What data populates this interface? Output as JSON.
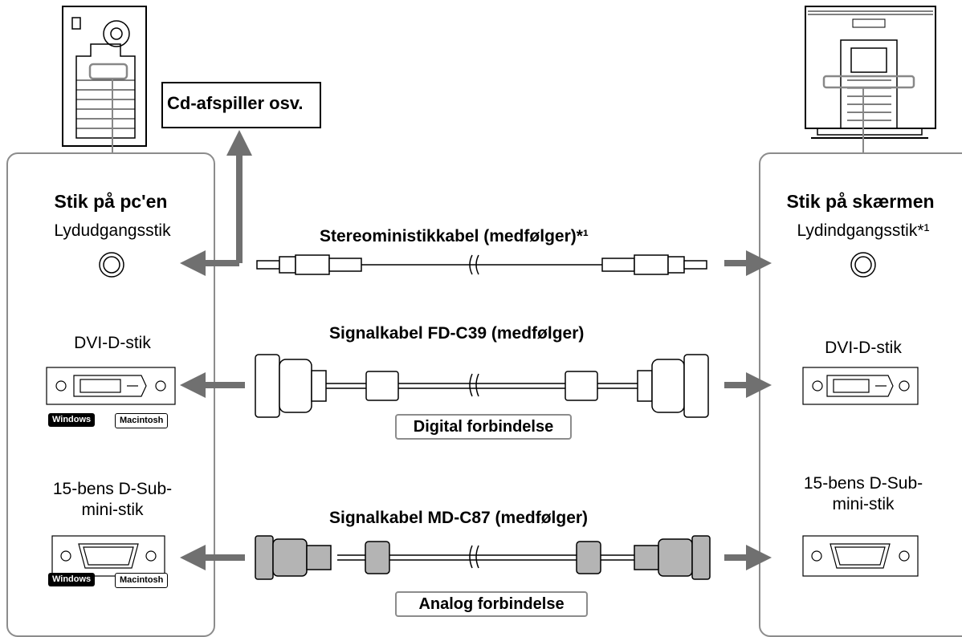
{
  "cd_box": {
    "label": "Cd-afspiller osv."
  },
  "pc_panel": {
    "title": "Stik på pc'en",
    "audio_out": "Lydudgangsstik",
    "dvi": "DVI-D-stik",
    "dsub_line1": "15-bens D-Sub-",
    "dsub_line2": "mini-stik",
    "badges": {
      "windows": "Windows",
      "mac": "Macintosh"
    }
  },
  "monitor_panel": {
    "title": "Stik på skærmen",
    "audio_in": "Lydindgangsstik*¹",
    "dvi": "DVI-D-stik",
    "dsub_line1": "15-bens D-Sub-",
    "dsub_line2": "mini-stik"
  },
  "cables": {
    "stereo": "Stereoministikkabel (medfølger)*¹",
    "dvi": "Signalkabel FD-C39 (medfølger)",
    "dvi_connection": "Digital forbindelse",
    "analog": "Signalkabel MD-C87 (medfølger)",
    "analog_connection": "Analog forbindelse"
  },
  "colors": {
    "arrow": "#707070",
    "panel_border": "#8c8c8c",
    "analog_cable": "#b4b4b4"
  }
}
